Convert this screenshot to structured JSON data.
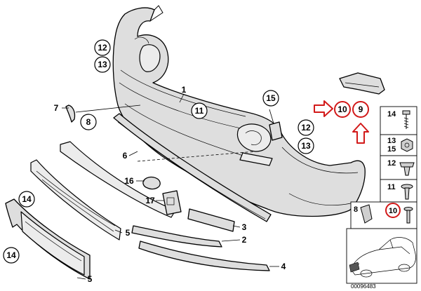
{
  "diagram_code": "00096483",
  "callouts": [
    {
      "id": "c12a",
      "label": "12"
    },
    {
      "id": "c13a",
      "label": "13"
    },
    {
      "id": "c11",
      "label": "11"
    },
    {
      "id": "c8",
      "label": "8"
    },
    {
      "id": "c15",
      "label": "15"
    },
    {
      "id": "c10",
      "label": "10"
    },
    {
      "id": "c9",
      "label": "9"
    },
    {
      "id": "c12b",
      "label": "12"
    },
    {
      "id": "c13b",
      "label": "13"
    },
    {
      "id": "c14a",
      "label": "14"
    },
    {
      "id": "c14b",
      "label": "14"
    }
  ],
  "plain_labels": [
    {
      "id": "l1",
      "label": "1"
    },
    {
      "id": "l7",
      "label": "7"
    },
    {
      "id": "l6",
      "label": "6"
    },
    {
      "id": "l16",
      "label": "16"
    },
    {
      "id": "l17",
      "label": "17"
    },
    {
      "id": "l5a",
      "label": "5"
    },
    {
      "id": "l3",
      "label": "3"
    },
    {
      "id": "l2",
      "label": "2"
    },
    {
      "id": "l4",
      "label": "4"
    },
    {
      "id": "l5b",
      "label": "5"
    }
  ],
  "side_panel": {
    "rows": [
      {
        "id": "p14",
        "label": "14"
      },
      {
        "id": "p13",
        "label": "13"
      },
      {
        "id": "p15",
        "label": "15"
      },
      {
        "id": "p12",
        "label": "12"
      },
      {
        "id": "p11",
        "label": "11"
      },
      {
        "id": "p8",
        "label": "8"
      },
      {
        "id": "p10",
        "label": "10"
      }
    ]
  },
  "colors": {
    "highlight": "#d21919",
    "part_fill": "#dedede",
    "outline": "#000000"
  }
}
